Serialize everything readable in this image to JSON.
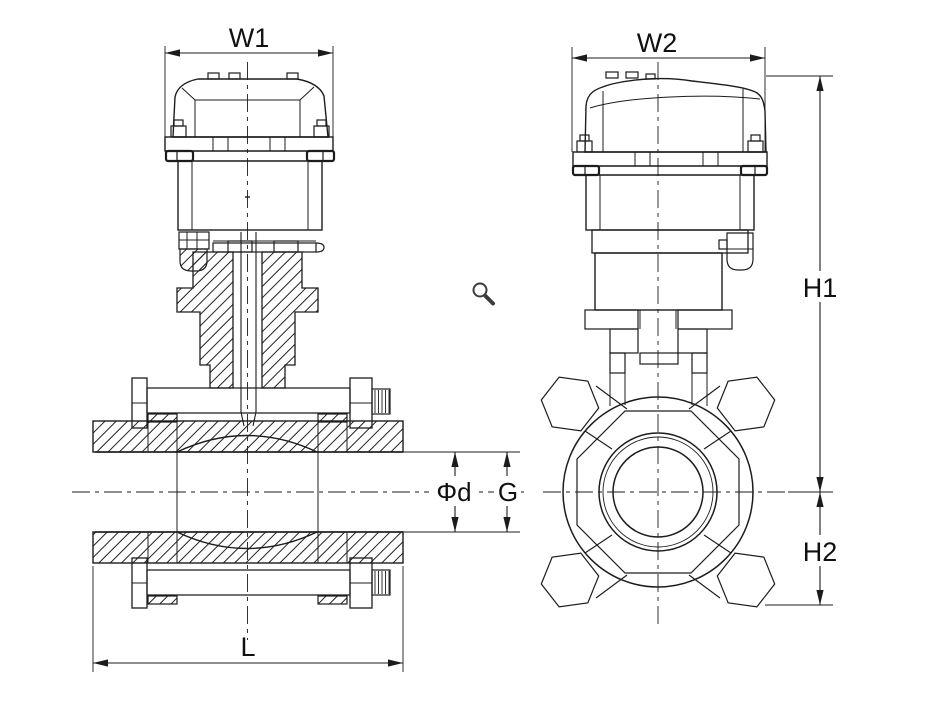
{
  "drawing": {
    "type": "technical-dimensional-drawing",
    "labels": {
      "w1": "W1",
      "w2": "W2",
      "h1": "H1",
      "h2": "H2",
      "l": "L",
      "phi_d": "Φd",
      "g": "G"
    },
    "icons": {
      "cursor": "magnifier-cursor-icon"
    },
    "colors": {
      "line": "#1c1c1c",
      "background": "#ffffff",
      "hatch": "#222222"
    }
  }
}
